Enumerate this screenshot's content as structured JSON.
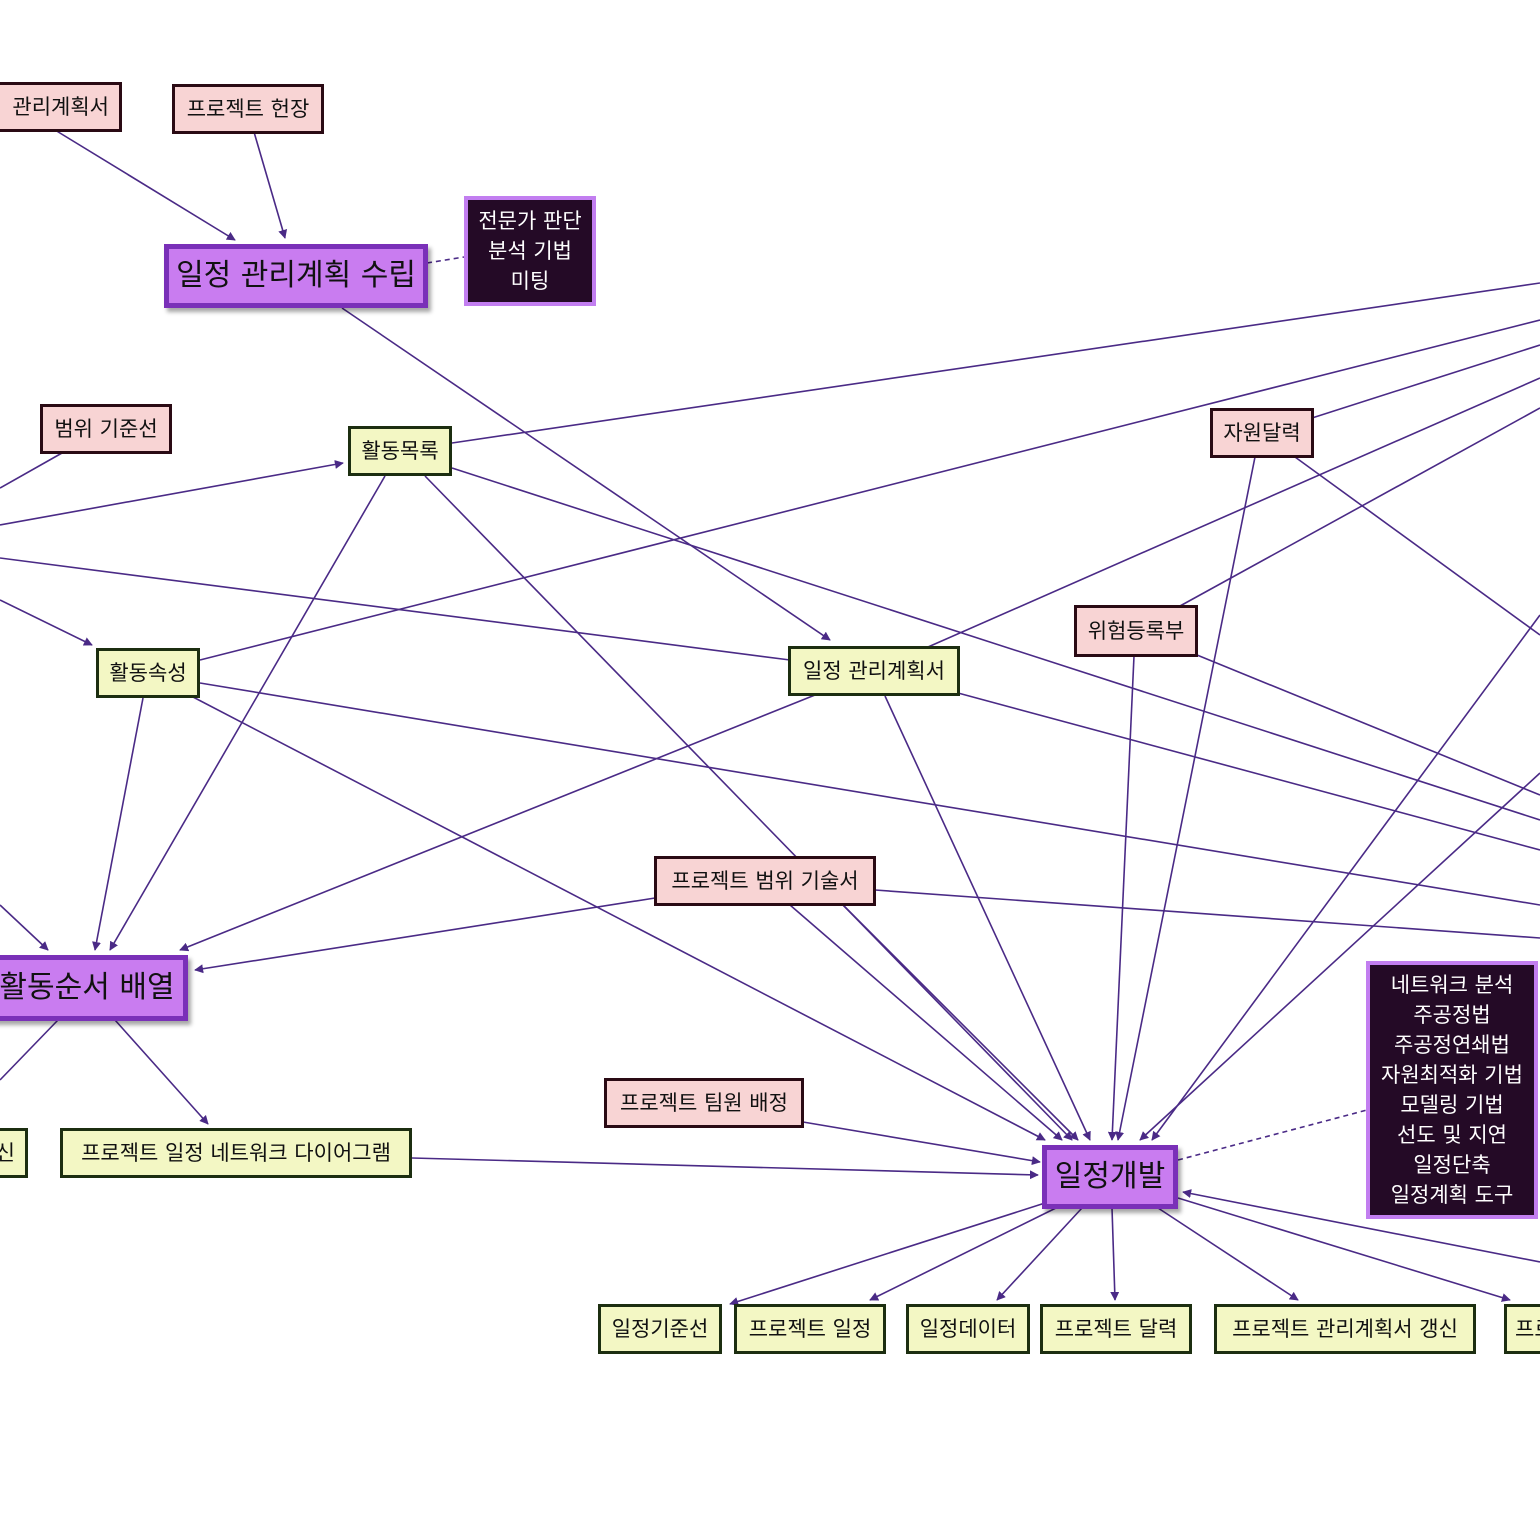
{
  "processes": {
    "schedule_plan": "일정 관리계획 수립",
    "sequence": "활동순서 배열",
    "develop": "일정개발"
  },
  "inputs": {
    "mgmt_plan_partial": "관리계획서",
    "charter": "프로젝트 헌장",
    "scope_baseline": "범위 기준선",
    "resource_calendar": "자원달력",
    "risk_register": "위험등록부",
    "scope_statement": "프로젝트 범위 기술서",
    "team_assign": "프로젝트 팀원 배정"
  },
  "outputs": {
    "activity_list": "활동목록",
    "activity_attr": "활동속성",
    "schedule_mgmt_plan": "일정 관리계획서",
    "network_diagram": "프로젝트 일정 네트워크 다이어그램",
    "partial_left": "신",
    "baseline": "일정기준선",
    "project_schedule": "프로젝트 일정",
    "schedule_data": "일정데이터",
    "project_calendar": "프로젝트 달력",
    "plan_update": "프로젝트 관리계획서 갱신",
    "partial_right": "프로"
  },
  "tools": {
    "plan_tools": [
      "전문가 판단",
      "분석 기법",
      "미팅"
    ],
    "develop_tools": [
      "네트워크 분석",
      "주공정법",
      "주공정연쇄법",
      "자원최적화 기법",
      "모델링 기법",
      "선도 및 지연",
      "일정단축",
      "일정계획 도구"
    ]
  },
  "colors": {
    "edge": "#4a2a86",
    "process_fill": "#c97cf0",
    "input_fill": "#f8d4d4",
    "output_fill": "#f3f7c4",
    "tools_fill": "#240a26"
  }
}
